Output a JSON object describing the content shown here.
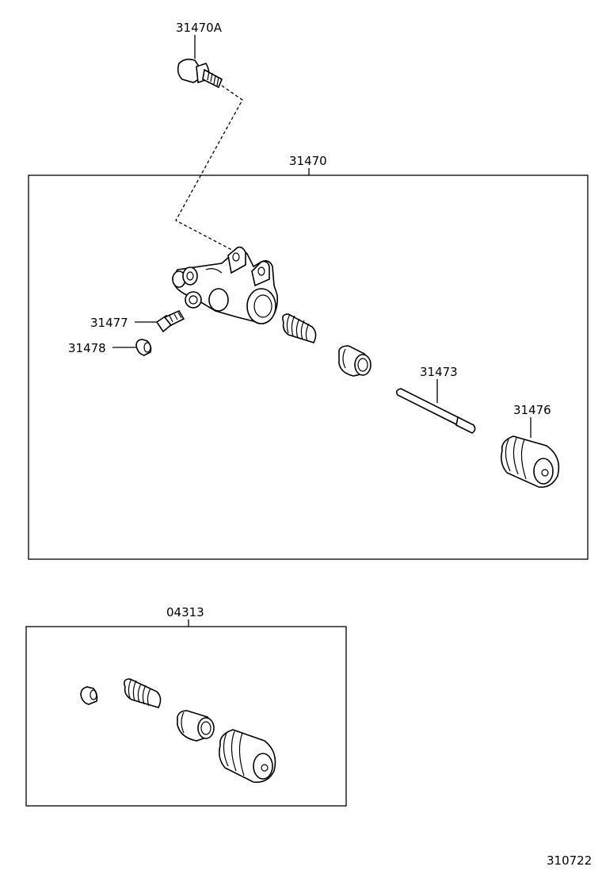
{
  "labels": {
    "bolt": "31470A",
    "cylinder_assy": "31470",
    "bleeder_plug": "31477",
    "bleeder_cap": "31478",
    "push_rod": "31473",
    "boot": "31476",
    "repair_kit": "04313",
    "figure_number": "310722"
  }
}
